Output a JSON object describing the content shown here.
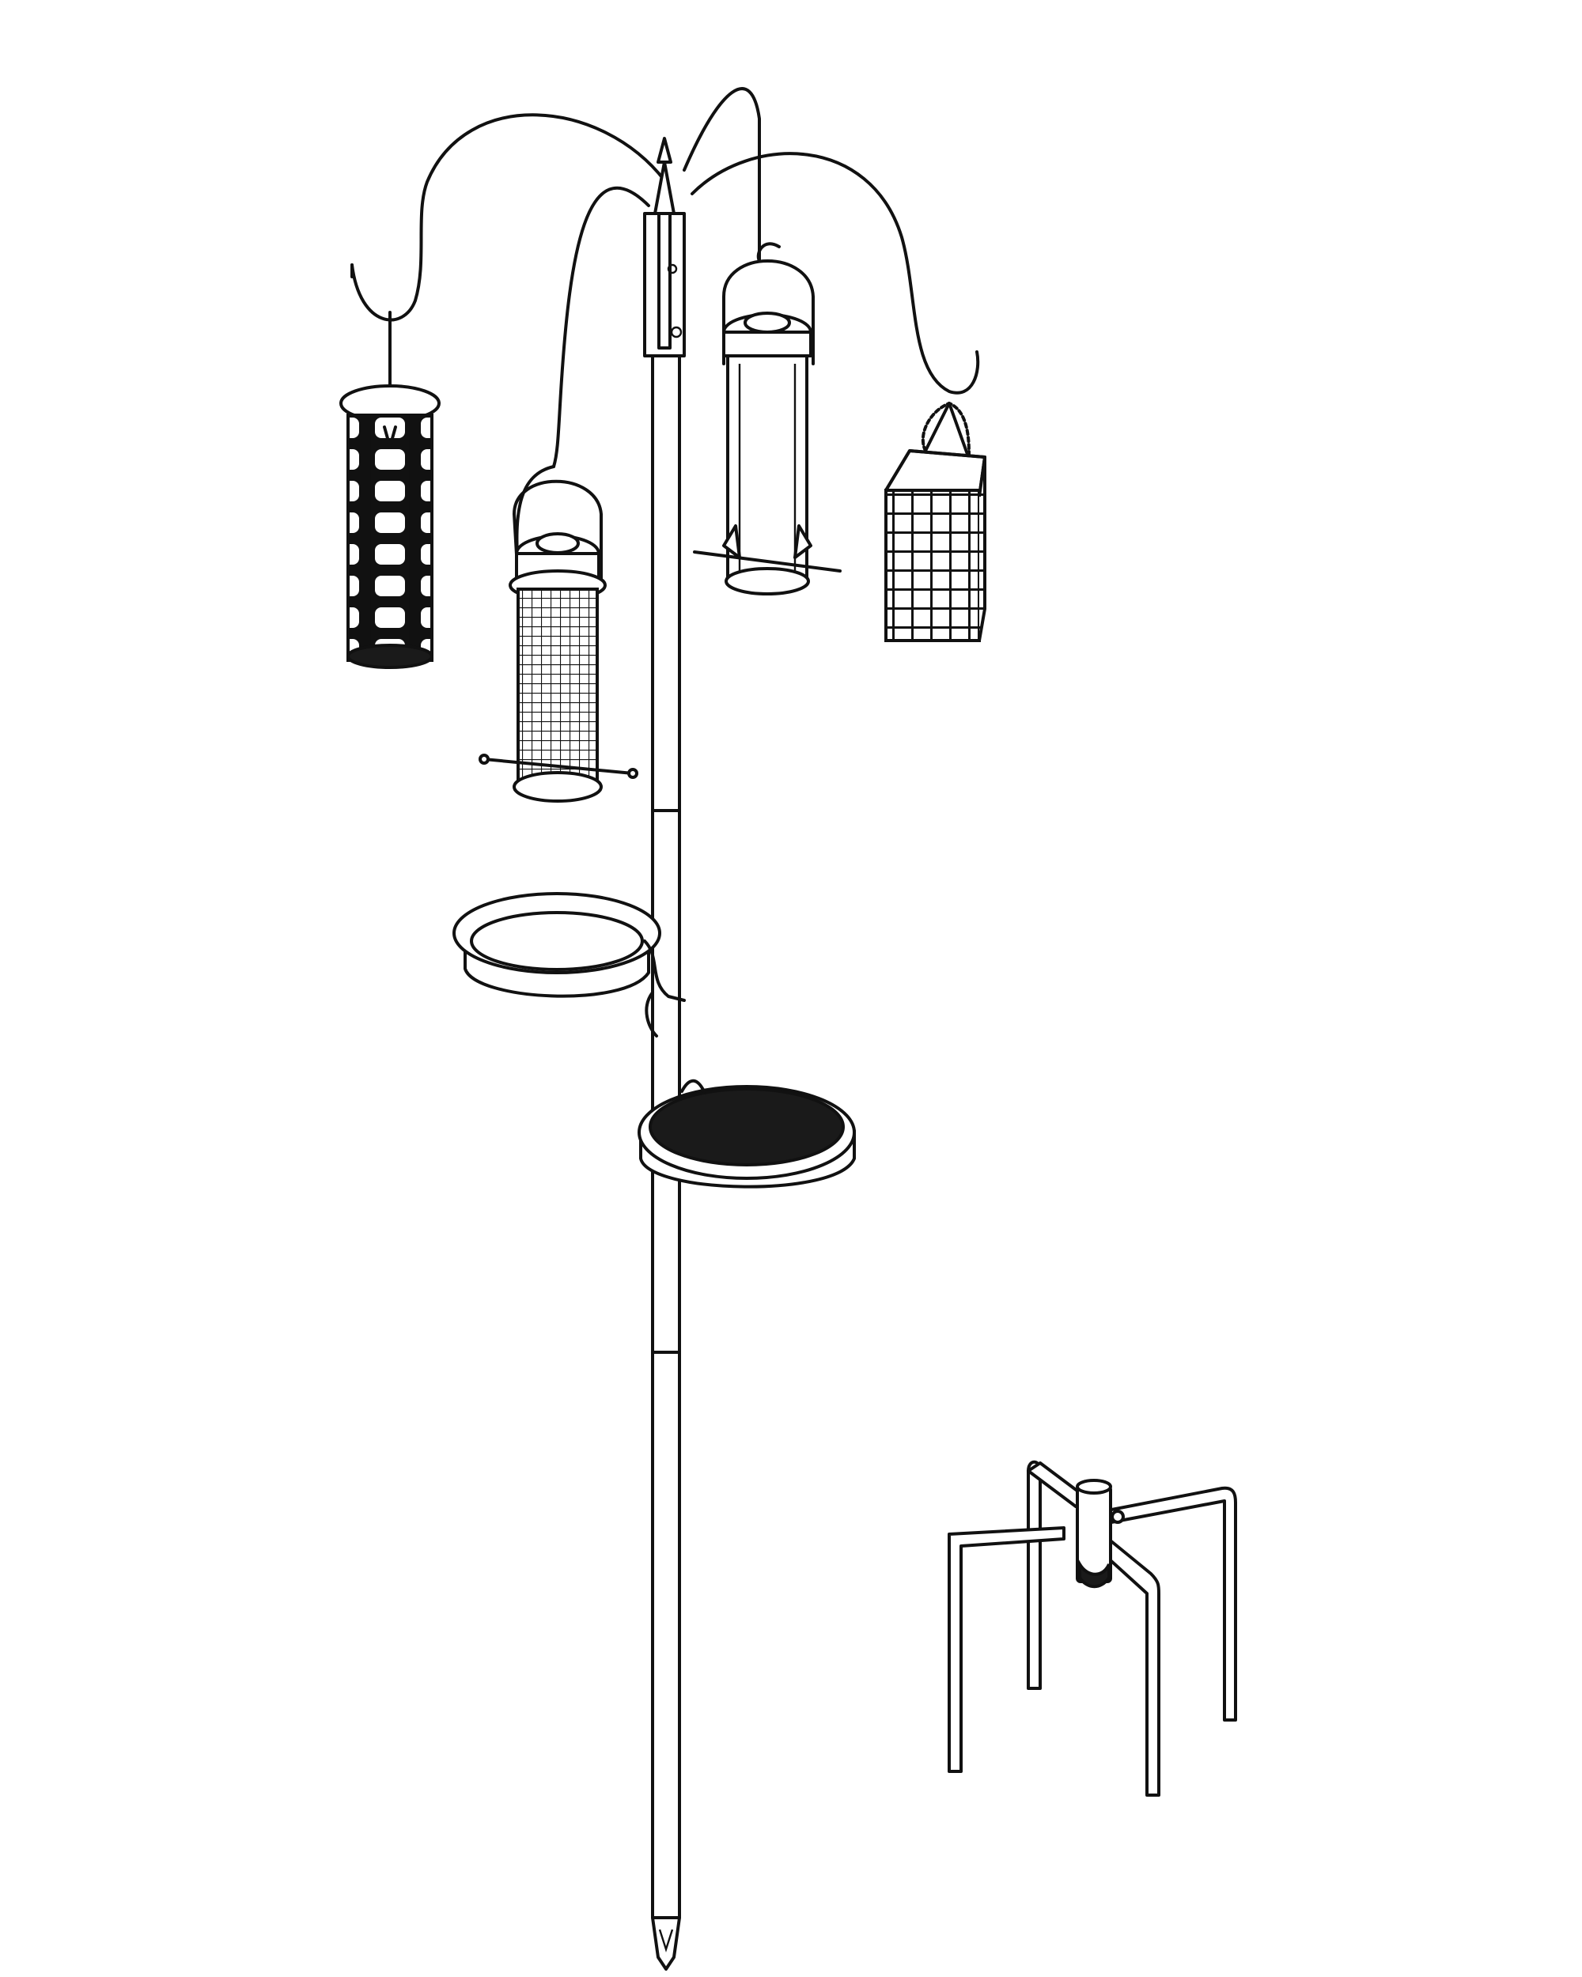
{
  "colors": {
    "ink": "#111111",
    "paper": "#ffffff",
    "dark": "#1a1a1a"
  },
  "components": {
    "pole": "feeding-station-pole",
    "hooks": [
      "hook-far-left",
      "hook-inner-left",
      "hook-back-center",
      "hook-right"
    ],
    "hanging_items": [
      "fat-ball-feeder",
      "mesh-seed-feeder",
      "tube-seed-feeder",
      "suet-cake-cage"
    ],
    "dishes": [
      "water-dish",
      "seed-tray"
    ],
    "stabiliser": "ground-stabiliser-base"
  }
}
